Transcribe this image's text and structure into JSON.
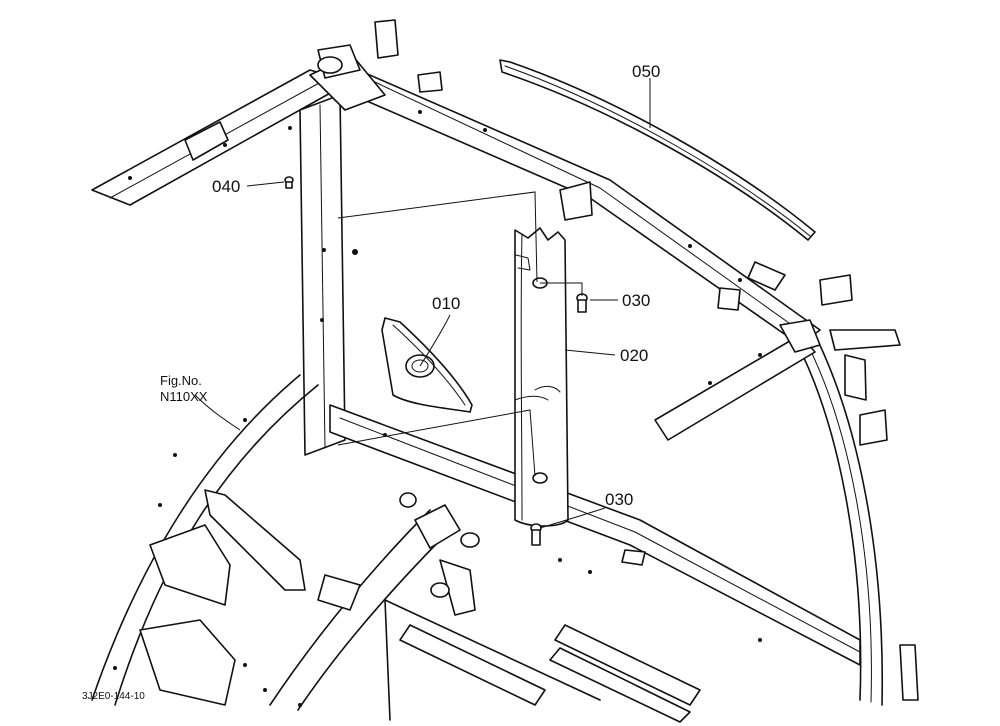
{
  "callouts": {
    "part_050": "050",
    "part_040": "040",
    "part_010": "010",
    "part_030_upper": "030",
    "part_020": "020",
    "part_030_lower": "030"
  },
  "figure_reference": {
    "line1": "Fig.No.",
    "line2": "N110XX"
  },
  "drawing_code": "3J2E0-144-10",
  "colors": {
    "line": "#111111",
    "background": "#ffffff"
  }
}
